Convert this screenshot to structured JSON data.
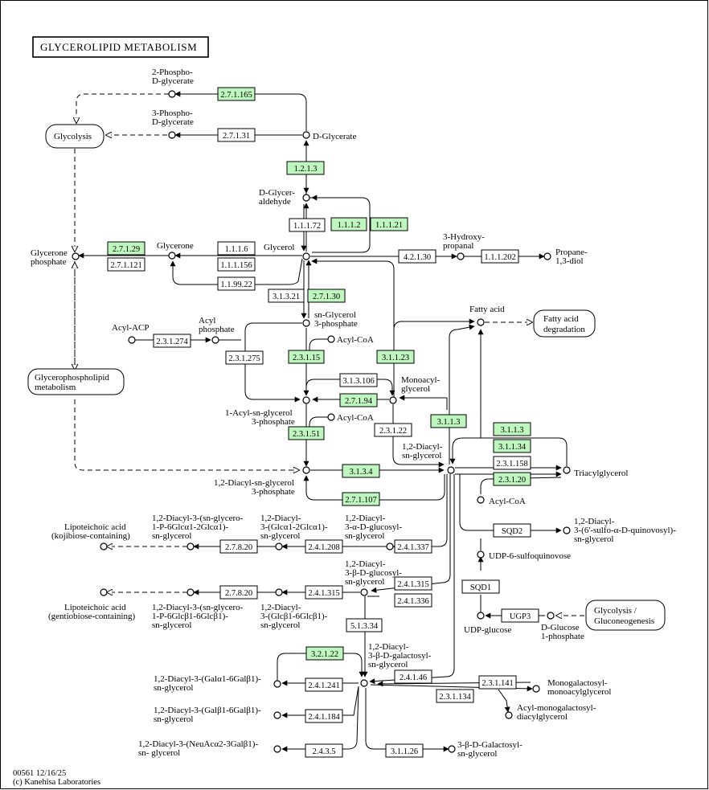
{
  "title": "GLYCEROLIPID METABOLISM",
  "footer": {
    "code": "00561 12/16/25",
    "copyright": "(c) Kanehisa Laboratories"
  },
  "colors": {
    "highlight": "#bff5bf",
    "plain": "#ffffff",
    "line": "#000000"
  },
  "maps": {
    "glycolysis": "Glycolysis",
    "fa_deg_1": "Fatty acid",
    "fa_deg_2": "degradation",
    "gpl_1": "Glycerophospholipid",
    "gpl_2": "metabolism",
    "glyco_gluco_1": "Glycolysis /",
    "glyco_gluco_2": "Gluconeogenesis"
  },
  "compounds": {
    "phospho2_1": "2-Phospho-",
    "phospho2_2": "D-glycerate",
    "phospho3_1": "3-Phospho-",
    "phospho3_2": "D-glycerate",
    "d_glycerate": "D-Glycerate",
    "d_glyceraldehyde_1": "D-Glycer-",
    "d_glyceraldehyde_2": "aldehyde",
    "glycerone_p_1": "Glycerone",
    "glycerone_p_2": "phosphate",
    "glycerone": "Glycerone",
    "glycerol": "Glycerol",
    "hydroxypropanal_1": "3-Hydroxy-",
    "hydroxypropanal_2": "propanal",
    "propanediol_1": "Propane-",
    "propanediol_2": "1,3-diol",
    "fatty_acid": "Fatty acid",
    "acyl_acp": "Acyl-ACP",
    "acyl_phosphate_1": "Acyl",
    "acyl_phosphate_2": "phosphate",
    "sn_g3p_1": "sn-Glycerol",
    "sn_g3p_2": "3-phosphate",
    "acyl_coa_1": "Acyl-CoA",
    "monoacylglycerol_1": "Monoacyl-",
    "monoacylglycerol_2": "glycerol",
    "acyl_sn_g3p_1": "1-Acyl-sn-glycerol",
    "acyl_sn_g3p_2": "3-phosphate",
    "acyl_coa_2": "Acyl-CoA",
    "diacyl_sn_glycerol_1": "1,2-Diacyl-",
    "diacyl_sn_glycerol_2": "sn-glycerol",
    "diacyl_sn_g3p_1": "1,2-Diacyl-sn-glycerol",
    "diacyl_sn_g3p_2": "3-phosphate",
    "triacylglycerol": "Triacylglycerol",
    "acyl_coa_3": "Acyl-CoA",
    "sulfoquinovosyl_1": "1,2-Diacyl-",
    "sulfoquinovosyl_2": "3-(6'-sulfo-α-D-quinovosyl)-",
    "sulfoquinovosyl_3": "sn-glycerol",
    "udp_sq": "UDP-6-sulfoquinovose",
    "udp_glucose": "UDP-glucose",
    "d_glucose_1p_1": "D-Glucose",
    "d_glucose_1p_2": "1-phosphate",
    "lta_kojibiose_1": "Lipoteichoic acid",
    "lta_kojibiose_2": "(kojibiose-containing)",
    "glycero_glc_1": "1,2-Diacyl-3-(sn-glycero-",
    "glycero_glc_2": "1-P-6Glcα1-2Glcα1)-",
    "glycero_glc_3": "sn-glycerol",
    "glc_glc_1": "1,2-Diacyl-",
    "glc_glc_2": "3-(Glcα1-2Glcα1)-",
    "glc_glc_3": "sn-glycerol",
    "alpha_glc_1": "1,2-Diacyl-",
    "alpha_glc_2": "3-α-D-glucosyl-",
    "alpha_glc_3": "sn-glycerol",
    "beta_glc_1": "1,2-Diacyl-",
    "beta_glc_2": "3-β-D-glucosyl-",
    "beta_glc_3": "sn-glycerol",
    "lta_gentio_1": "Lipoteichoic acid",
    "lta_gentio_2": "(gentiobiose-containing)",
    "glycero_glcb_1": "1,2-Diacyl-3-(sn-glycero-",
    "glycero_glcb_2": "1-P-6Glcβ1-6Glcβ1)-",
    "glycero_glcb_3": "sn-glycerol",
    "glcb_glcb_1": "1,2-Diacyl-",
    "glcb_glcb_2": "3-(Glcβ1-6Glcβ1)-",
    "glcb_glcb_3": "sn-glycerol",
    "galactosyl_1": "1,2-Diacyl-",
    "galactosyl_2": "3-β-D-galactosyl-",
    "galactosyl_3": "sn-glycerol",
    "gala_galb_1": "1,2-Diacyl-3-(Galα1-6Galβ1)-",
    "gala_galb_2": "sn-glycerol",
    "galb_galb_1": "1,2-Diacyl-3-(Galβ1-6Galβ1)-",
    "galb_galb_2": "sn-glycerol",
    "neuac_1": "1,2-Diacyl-3-(NeuAcα2-3Galβ1)-",
    "neuac_2": "sn- glycerol",
    "mono_galactosyl_1": "Monogalactosyl-",
    "mono_galactosyl_2": "monoacylglycerol",
    "acyl_monogal_1": "Acyl-monogalactosyl-",
    "acyl_monogal_2": "diacylglycerol",
    "gal_sn_glycerol_1": "3-β-D-Galactosyl-",
    "gal_sn_glycerol_2": "sn-glycerol"
  },
  "enzymes": [
    {
      "id": "ec_2_7_1_165",
      "label": "2.7.1.165",
      "highlight": true
    },
    {
      "id": "ec_2_7_1_31",
      "label": "2.7.1.31",
      "highlight": false
    },
    {
      "id": "ec_1_2_1_3",
      "label": "1.2.1.3",
      "highlight": true
    },
    {
      "id": "ec_1_1_1_72",
      "label": "1.1.1.72",
      "highlight": false
    },
    {
      "id": "ec_1_1_1_2",
      "label": "1.1.1.2",
      "highlight": true
    },
    {
      "id": "ec_1_1_1_21",
      "label": "1.1.1.21",
      "highlight": true
    },
    {
      "id": "ec_2_7_1_29",
      "label": "2.7.1.29",
      "highlight": true
    },
    {
      "id": "ec_2_7_1_121",
      "label": "2.7.1.121",
      "highlight": false
    },
    {
      "id": "ec_1_1_1_6",
      "label": "1.1.1.6",
      "highlight": false
    },
    {
      "id": "ec_1_1_1_156",
      "label": "1.1.1.156",
      "highlight": false
    },
    {
      "id": "ec_1_1_99_22",
      "label": "1.1.99.22",
      "highlight": false
    },
    {
      "id": "ec_4_2_1_30",
      "label": "4.2.1.30",
      "highlight": false
    },
    {
      "id": "ec_1_1_1_202",
      "label": "1.1.1.202",
      "highlight": false
    },
    {
      "id": "ec_3_1_3_21",
      "label": "3.1.3.21",
      "highlight": false
    },
    {
      "id": "ec_2_7_1_30",
      "label": "2.7.1.30",
      "highlight": true
    },
    {
      "id": "ec_2_3_1_274",
      "label": "2.3.1.274",
      "highlight": false
    },
    {
      "id": "ec_2_3_1_275",
      "label": "2.3.1.275",
      "highlight": false
    },
    {
      "id": "ec_2_3_1_15",
      "label": "2.3.1.15",
      "highlight": true
    },
    {
      "id": "ec_3_1_1_23",
      "label": "3.1.1.23",
      "highlight": true
    },
    {
      "id": "ec_3_1_3_106",
      "label": "3.1.3.106",
      "highlight": false
    },
    {
      "id": "ec_2_7_1_94",
      "label": "2.7.1.94",
      "highlight": true
    },
    {
      "id": "ec_2_3_1_51",
      "label": "2.3.1.51",
      "highlight": true
    },
    {
      "id": "ec_2_3_1_22",
      "label": "2.3.1.22",
      "highlight": false
    },
    {
      "id": "ec_3_1_1_3_a",
      "label": "3.1.1.3",
      "highlight": true
    },
    {
      "id": "ec_3_1_1_3_b",
      "label": "3.1.1.3",
      "highlight": true
    },
    {
      "id": "ec_3_1_1_34",
      "label": "3.1.1.34",
      "highlight": true
    },
    {
      "id": "ec_2_3_1_158",
      "label": "2.3.1.158",
      "highlight": false
    },
    {
      "id": "ec_2_3_1_20",
      "label": "2.3.1.20",
      "highlight": true
    },
    {
      "id": "ec_3_1_3_4",
      "label": "3.1.3.4",
      "highlight": true
    },
    {
      "id": "ec_2_7_1_107",
      "label": "2.7.1.107",
      "highlight": true
    },
    {
      "id": "ec_sqd2",
      "label": "SQD2",
      "highlight": false
    },
    {
      "id": "ec_sqd1",
      "label": "SQD1",
      "highlight": false
    },
    {
      "id": "ec_ugp3",
      "label": "UGP3",
      "highlight": false
    },
    {
      "id": "ec_2_7_8_20_a",
      "label": "2.7.8.20",
      "highlight": false
    },
    {
      "id": "ec_2_4_1_208",
      "label": "2.4.1.208",
      "highlight": false
    },
    {
      "id": "ec_2_4_1_337",
      "label": "2.4.1.337",
      "highlight": false
    },
    {
      "id": "ec_2_7_8_20_b",
      "label": "2.7.8.20",
      "highlight": false
    },
    {
      "id": "ec_2_4_1_315_a",
      "label": "2.4.1.315",
      "highlight": false
    },
    {
      "id": "ec_2_4_1_315_b",
      "label": "2.4.1.315",
      "highlight": false
    },
    {
      "id": "ec_2_4_1_336",
      "label": "2.4.1.336",
      "highlight": false
    },
    {
      "id": "ec_5_1_3_34",
      "label": "5.1.3.34",
      "highlight": false
    },
    {
      "id": "ec_3_2_1_22",
      "label": "3.2.1.22",
      "highlight": true
    },
    {
      "id": "ec_2_4_1_241",
      "label": "2.4.1.241",
      "highlight": false
    },
    {
      "id": "ec_2_4_1_46",
      "label": "2.4.1.46",
      "highlight": false
    },
    {
      "id": "ec_2_3_1_141",
      "label": "2.3.1.141",
      "highlight": false
    },
    {
      "id": "ec_2_3_1_134",
      "label": "2.3.1.134",
      "highlight": false
    },
    {
      "id": "ec_2_4_1_184",
      "label": "2.4.1.184",
      "highlight": false
    },
    {
      "id": "ec_2_4_3_5",
      "label": "2.4.3.5",
      "highlight": false
    },
    {
      "id": "ec_3_1_1_26",
      "label": "3.1.1.26",
      "highlight": false
    }
  ]
}
